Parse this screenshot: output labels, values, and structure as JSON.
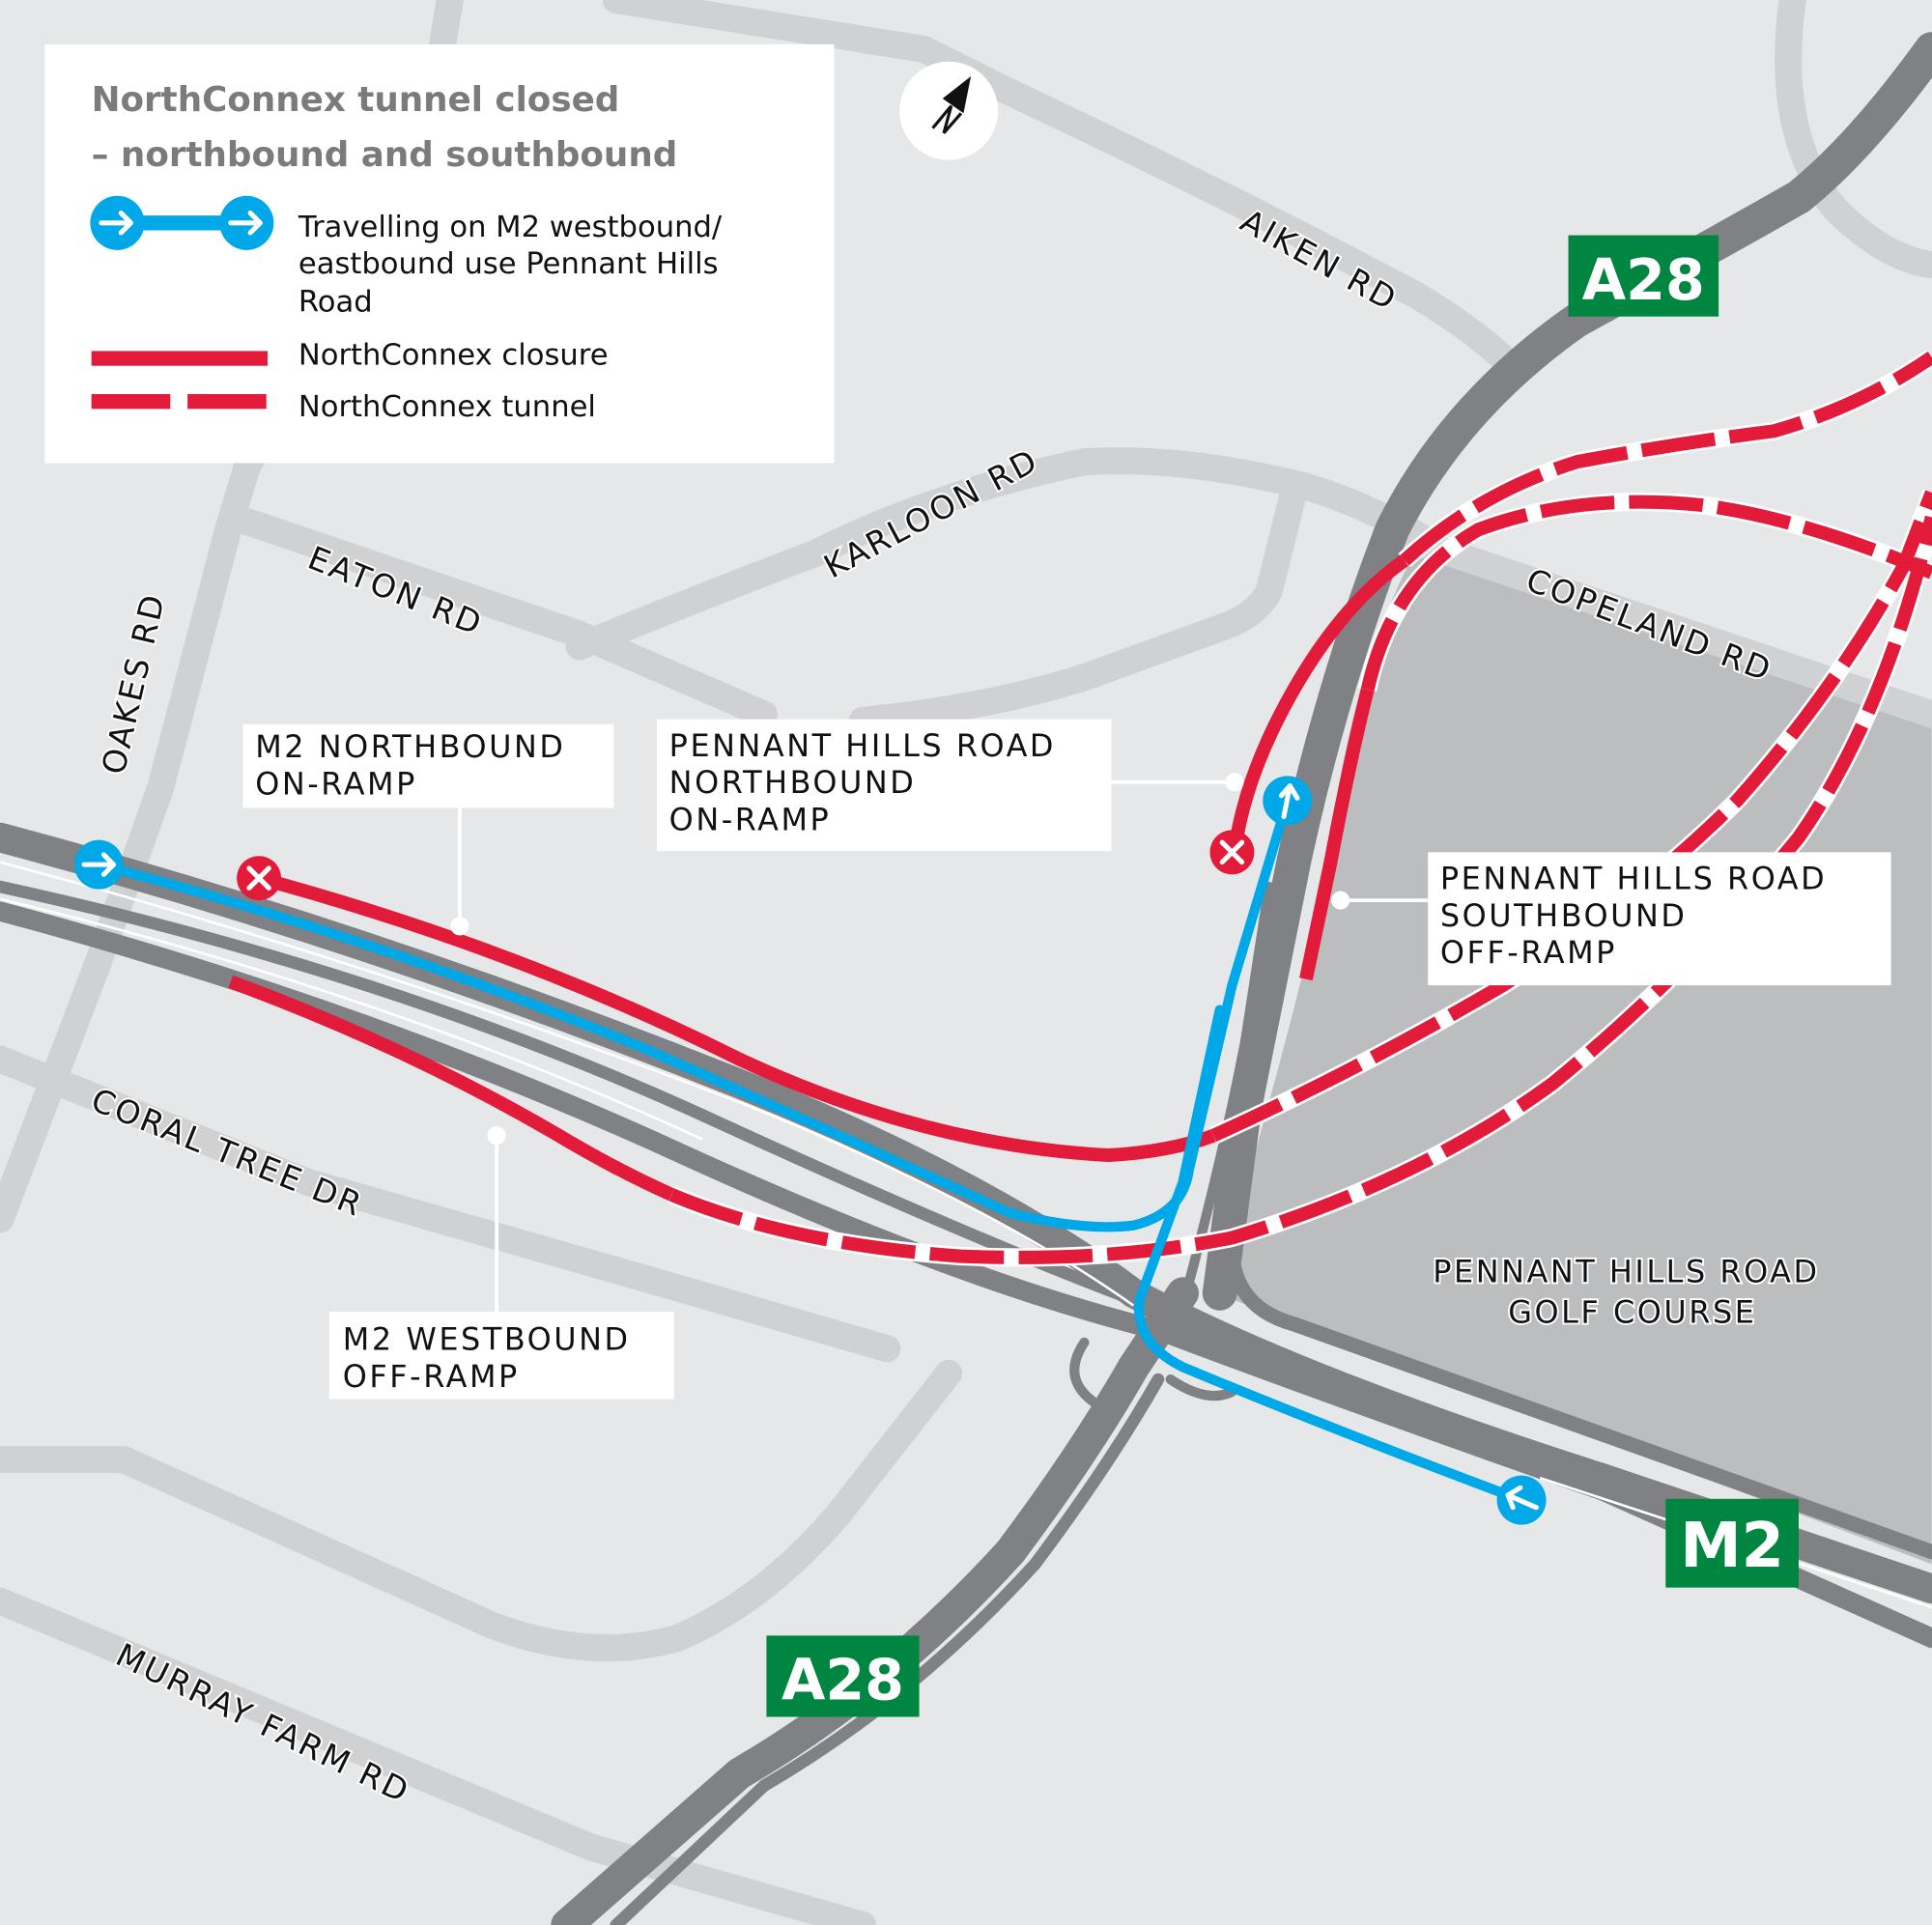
{
  "legend": {
    "title_line1": "NorthConnex tunnel closed",
    "title_line2": "– northbound and southbound",
    "items": [
      {
        "icon": "detour-route-icon",
        "label_lines": [
          "Travelling on M2 westbound/",
          "eastbound use Pennant Hills",
          "Road"
        ],
        "color": "#00a8e8"
      },
      {
        "icon": "closure-line-icon",
        "label_lines": [
          "NorthConnex closure"
        ],
        "color": "#e31b3a"
      },
      {
        "icon": "tunnel-dashed-line-icon",
        "label_lines": [
          "NorthConnex tunnel"
        ],
        "color": "#e31b3a"
      }
    ]
  },
  "compass": {
    "label": "N"
  },
  "streets": {
    "aiken": "AIKEN RD",
    "karloon": "KARLOON RD",
    "eaton": "EATON RD",
    "oakes": "OAKES RD",
    "copeland": "COPELAND RD",
    "coral_tree": "CORAL TREE DR",
    "murray_farm": "MURRAY FARM RD"
  },
  "shields": {
    "a28_north": "A28",
    "a28_south": "A28",
    "m2": "M2"
  },
  "callouts": {
    "m2_northbound_onramp": [
      "M2 NORTHBOUND",
      "ON-RAMP"
    ],
    "phr_northbound_onramp": [
      "PENNANT HILLS ROAD",
      "NORTHBOUND",
      "ON-RAMP"
    ],
    "phr_southbound_offramp": [
      "PENNANT HILLS ROAD",
      "SOUTHBOUND",
      "OFF-RAMP"
    ],
    "m2_westbound_offramp": [
      "M2 WESTBOUND",
      "OFF-RAMP"
    ]
  },
  "areas": {
    "golf_course": [
      "PENNANT HILLS ROAD",
      "GOLF COURSE"
    ]
  },
  "colors": {
    "background": "#e6e7e8",
    "minor_road": "#d0d1d3",
    "major_road": "#808184",
    "golf_course": "#bcbdbf",
    "closure_red": "#e31b3a",
    "detour_blue": "#00a8e8",
    "shield_green": "#008641"
  }
}
